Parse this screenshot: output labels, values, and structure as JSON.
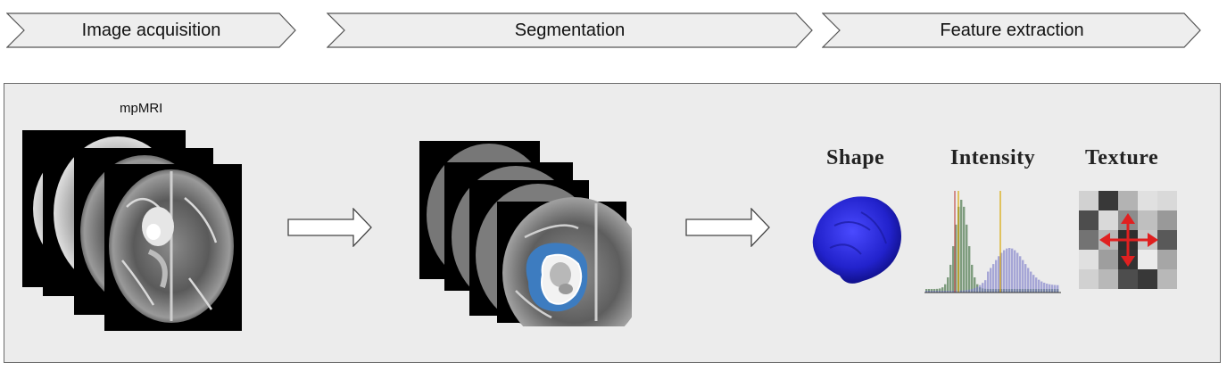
{
  "stages": [
    {
      "label": "Image acquisition"
    },
    {
      "label": "Segmentation"
    },
    {
      "label": "Feature extraction"
    }
  ],
  "acquisition": {
    "caption": "mpMRI"
  },
  "features": {
    "shape_title": "Shape",
    "intensity_title": "Intensity",
    "texture_title": "Texture",
    "texture_grid": [
      [
        0.82,
        0.22,
        0.7,
        0.88,
        0.85
      ],
      [
        0.3,
        0.85,
        0.55,
        0.75,
        0.6
      ],
      [
        0.45,
        0.72,
        0.18,
        0.78,
        0.35
      ],
      [
        0.88,
        0.62,
        0.2,
        0.92,
        0.65
      ],
      [
        0.82,
        0.72,
        0.3,
        0.22,
        0.72
      ]
    ]
  },
  "colors": {
    "panel_bg": "#ececec",
    "chevron_fill": "#eeeeee",
    "segmentation_edema": "#3d7cc0",
    "tumor_shape": "#2222cc",
    "texture_arrows": "#e02020"
  }
}
